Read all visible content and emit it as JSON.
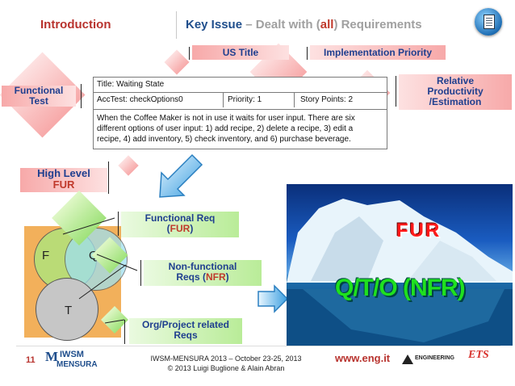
{
  "header": {
    "section": "Introduction",
    "title_main": "Key Issue",
    "title_dash": " – ",
    "title_rest1": "Dealt with (",
    "title_all": "all",
    "title_rest2": ") Requirements"
  },
  "labels": {
    "us_title": "US Title",
    "impl_priority": "Implementation Priority",
    "relative_1": "Relative",
    "relative_2": "Productivity",
    "relative_3": "/Estimation",
    "functional_1": "Functional",
    "functional_2": "Test",
    "high_level": "High Level",
    "fur": "FUR",
    "functional_req": "Functional Req",
    "fur_paren_open": "(",
    "fur_paren_close": ")",
    "nonfunctional_1": "Non-functional",
    "nonfunctional_2": "Reqs (",
    "nfr": "NFR",
    "org_1": "Org/Project related",
    "org_2": "Reqs"
  },
  "card": {
    "title": "Title: Waiting State",
    "acctest": "AccTest: checkOptions0",
    "priority": "Priority: 1",
    "story_points": "Story Points: 2",
    "desc_1": "When the Coffee Maker is not in use it waits for user input. There are six",
    "desc_2": "different options of user input: 1) add recipe, 2) delete a recipe, 3) edit a",
    "desc_3": "recipe, 4) add inventory, 5) check inventory, and 6) purchase beverage."
  },
  "venn": {
    "f": "F",
    "q": "Q",
    "t": "T"
  },
  "iceberg": {
    "top_text": "FUR",
    "bottom_text": "Q/T/O (NFR)"
  },
  "footer": {
    "page": "11",
    "logo_top": "IWSM",
    "logo_bottom": "MENSURA",
    "conf": "IWSM-MENSURA 2013 – October 23-25, 2013",
    "copy": "© 2013 Luigi Buglione & Alain Abran",
    "url": "www.eng.it",
    "eng_logo": "ENGINEERING",
    "ets_logo": "ETS"
  },
  "colors": {
    "accent_red": "#b8332e",
    "title_blue": "#1f4e8c",
    "label_blue": "#1f3f8f",
    "venn_orange": "#f2b05b",
    "venn_green": "#b4e07a",
    "venn_cyan": "#9fe0f0"
  }
}
